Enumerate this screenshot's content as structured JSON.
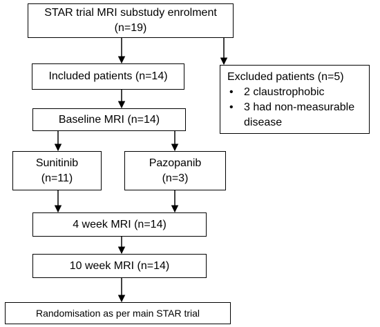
{
  "flowchart": {
    "enrolment": {
      "line1": "STAR trial MRI substudy enrolment",
      "line2": "(n=19)"
    },
    "included": {
      "label": "Included patients (n=14)"
    },
    "excluded": {
      "title": "Excluded patients (n=5)",
      "items": [
        "2 claustrophobic",
        "3 had non-measurable disease"
      ]
    },
    "baseline": {
      "label": "Baseline MRI (n=14)"
    },
    "sunitinib": {
      "line1": "Sunitinib",
      "line2": "(n=11)"
    },
    "pazopanib": {
      "line1": "Pazopanib",
      "line2": "(n=3)"
    },
    "week4": {
      "label": "4 week MRI (n=14)"
    },
    "week10": {
      "label": "10 week MRI (n=14)"
    },
    "randomisation": {
      "label": "Randomisation as per main STAR trial"
    }
  },
  "colors": {
    "stroke": "#000000",
    "box_fill": "#ffffff"
  }
}
